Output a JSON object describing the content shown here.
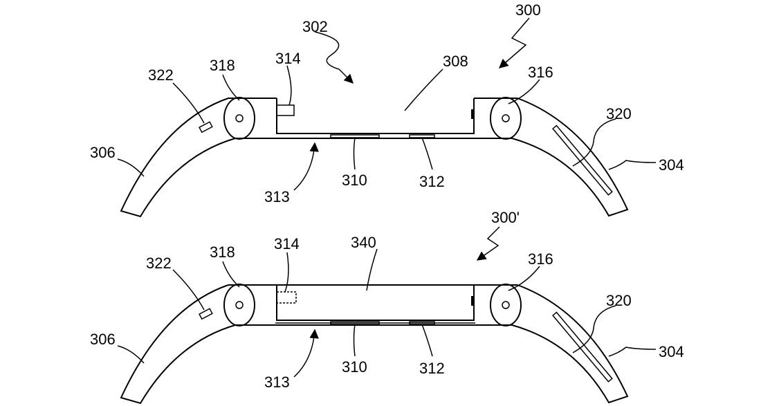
{
  "figure_top": {
    "ref": "300",
    "labels": {
      "l302": "302",
      "l300": "300",
      "l314": "314",
      "l318": "318",
      "l308": "308",
      "l316": "316",
      "l322": "322",
      "l320": "320",
      "l306": "306",
      "l304": "304",
      "l313": "313",
      "l310": "310",
      "l312": "312"
    }
  },
  "figure_bottom": {
    "ref": "300'",
    "labels": {
      "l300p": "300'",
      "l314": "314",
      "l340": "340",
      "l318": "318",
      "l316": "316",
      "l322": "322",
      "l320": "320",
      "l306": "306",
      "l304": "304",
      "l313": "313",
      "l310": "310",
      "l312": "312"
    }
  }
}
